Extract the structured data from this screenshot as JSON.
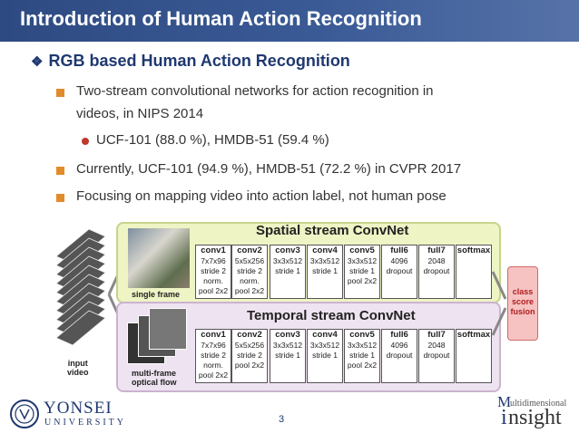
{
  "slide": {
    "title": "Introduction of Human Action Recognition",
    "heading": "RGB based Human Action Recognition",
    "bullets": [
      {
        "line1": "Two-stream convolutional networks for action recognition in",
        "line2": "videos, in NIPS 2014"
      },
      {
        "sub": "UCF-101 (88.0 %), HMDB-51 (59.4 %)"
      },
      {
        "text": "Currently, UCF-101 (94.9 %), HMDB-51 (72.2 %) in CVPR 2017"
      },
      {
        "text": "Focusing on mapping video into action label, not human pose"
      }
    ],
    "page_number": "3"
  },
  "figure": {
    "spatial_title": "Spatial stream ConvNet",
    "temporal_title": "Temporal stream ConvNet",
    "single_frame_label": "single frame",
    "input_video_label": [
      "input",
      "video"
    ],
    "multi_frame_label": [
      "multi-frame",
      "optical flow"
    ],
    "fusion_label": [
      "class",
      "score",
      "fusion"
    ],
    "spatial_layers": [
      {
        "name": "conv1",
        "lines": [
          "7x7x96",
          "stride 2",
          "norm.",
          "pool 2x2"
        ]
      },
      {
        "name": "conv2",
        "lines": [
          "5x5x256",
          "stride 2",
          "norm.",
          "pool 2x2"
        ]
      },
      {
        "name": "conv3",
        "lines": [
          "3x3x512",
          "stride 1"
        ]
      },
      {
        "name": "conv4",
        "lines": [
          "3x3x512",
          "stride 1"
        ]
      },
      {
        "name": "conv5",
        "lines": [
          "3x3x512",
          "stride 1",
          "pool 2x2"
        ]
      },
      {
        "name": "full6",
        "lines": [
          "4096",
          "dropout"
        ]
      },
      {
        "name": "full7",
        "lines": [
          "2048",
          "dropout"
        ]
      },
      {
        "name": "softmax",
        "lines": []
      }
    ],
    "temporal_layers": [
      {
        "name": "conv1",
        "lines": [
          "7x7x96",
          "stride 2",
          "norm.",
          "pool 2x2"
        ]
      },
      {
        "name": "conv2",
        "lines": [
          "5x5x256",
          "stride 2",
          "pool 2x2"
        ]
      },
      {
        "name": "conv3",
        "lines": [
          "3x3x512",
          "stride 1"
        ]
      },
      {
        "name": "conv4",
        "lines": [
          "3x3x512",
          "stride 1"
        ]
      },
      {
        "name": "conv5",
        "lines": [
          "3x3x512",
          "stride 1",
          "pool 2x2"
        ]
      },
      {
        "name": "full6",
        "lines": [
          "4096",
          "dropout"
        ]
      },
      {
        "name": "full7",
        "lines": [
          "2048",
          "dropout"
        ]
      },
      {
        "name": "softmax",
        "lines": []
      }
    ]
  },
  "footer": {
    "yonsei_name": "YONSEI",
    "yonsei_sub": "UNIVERSITY",
    "lab_small": "ultidimensional",
    "lab_big": "nsight"
  },
  "colors": {
    "title_bar": "#2e4a82",
    "heading": "#1f3870",
    "bullet_square": "#e28b2a",
    "bullet_dot": "#c0392b",
    "spatial_bg": "#eef4c4",
    "temporal_bg": "#eee3f0",
    "fusion_bg": "#f6c2c2"
  }
}
